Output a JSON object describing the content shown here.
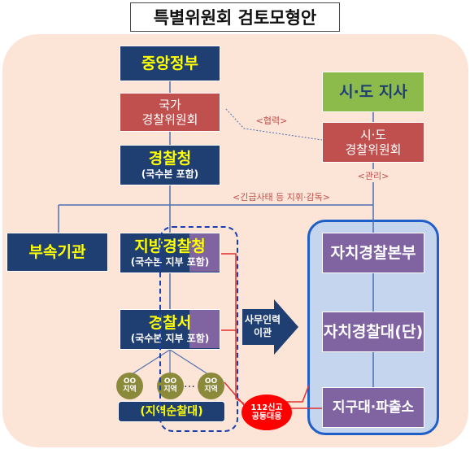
{
  "title": "특별위원회 검토모형안",
  "boxes": {
    "central_gov": "중앙정부",
    "national_committee": [
      "국가",
      "경찰위원회"
    ],
    "police_agency": {
      "main": "경찰청",
      "sub": "(국수본 포함)"
    },
    "affiliated": "부속기관",
    "regional_agency": {
      "main": "지방경찰청",
      "sub": "(국수본 지부 포함)"
    },
    "police_station": {
      "main": "경찰서",
      "sub": "(국수본 지부 포함)"
    },
    "governor": "시·도 지사",
    "provincial_committee": [
      "시·도",
      "경찰위원회"
    ],
    "autonomous_hq": "자치경찰본부",
    "autonomous_unit": "자치경찰대(단)",
    "district_unit": "지구대·파출소",
    "regional_patrol": "(지역순찰대)"
  },
  "regions": [
    {
      "line1": "OO",
      "line2": "지역"
    },
    {
      "line1": "OO",
      "line2": "지역"
    },
    {
      "line1": "OO",
      "line2": "지역"
    }
  ],
  "ellipsis": "…",
  "labels": {
    "cooperation": "<협력>",
    "management": "<관리>",
    "emergency": "<긴급사태 등 지휘·감독>"
  },
  "transfer_arrow": [
    "사무인력",
    "이관"
  ],
  "joint_response": [
    "112신고",
    "공동대응"
  ],
  "colors": {
    "navy": "#1f3f73",
    "red": "#c0504d",
    "green": "#8dbb4b",
    "purple": "#8064a2",
    "background": "#fce4d6",
    "group_blue": "#c5d5ee"
  }
}
